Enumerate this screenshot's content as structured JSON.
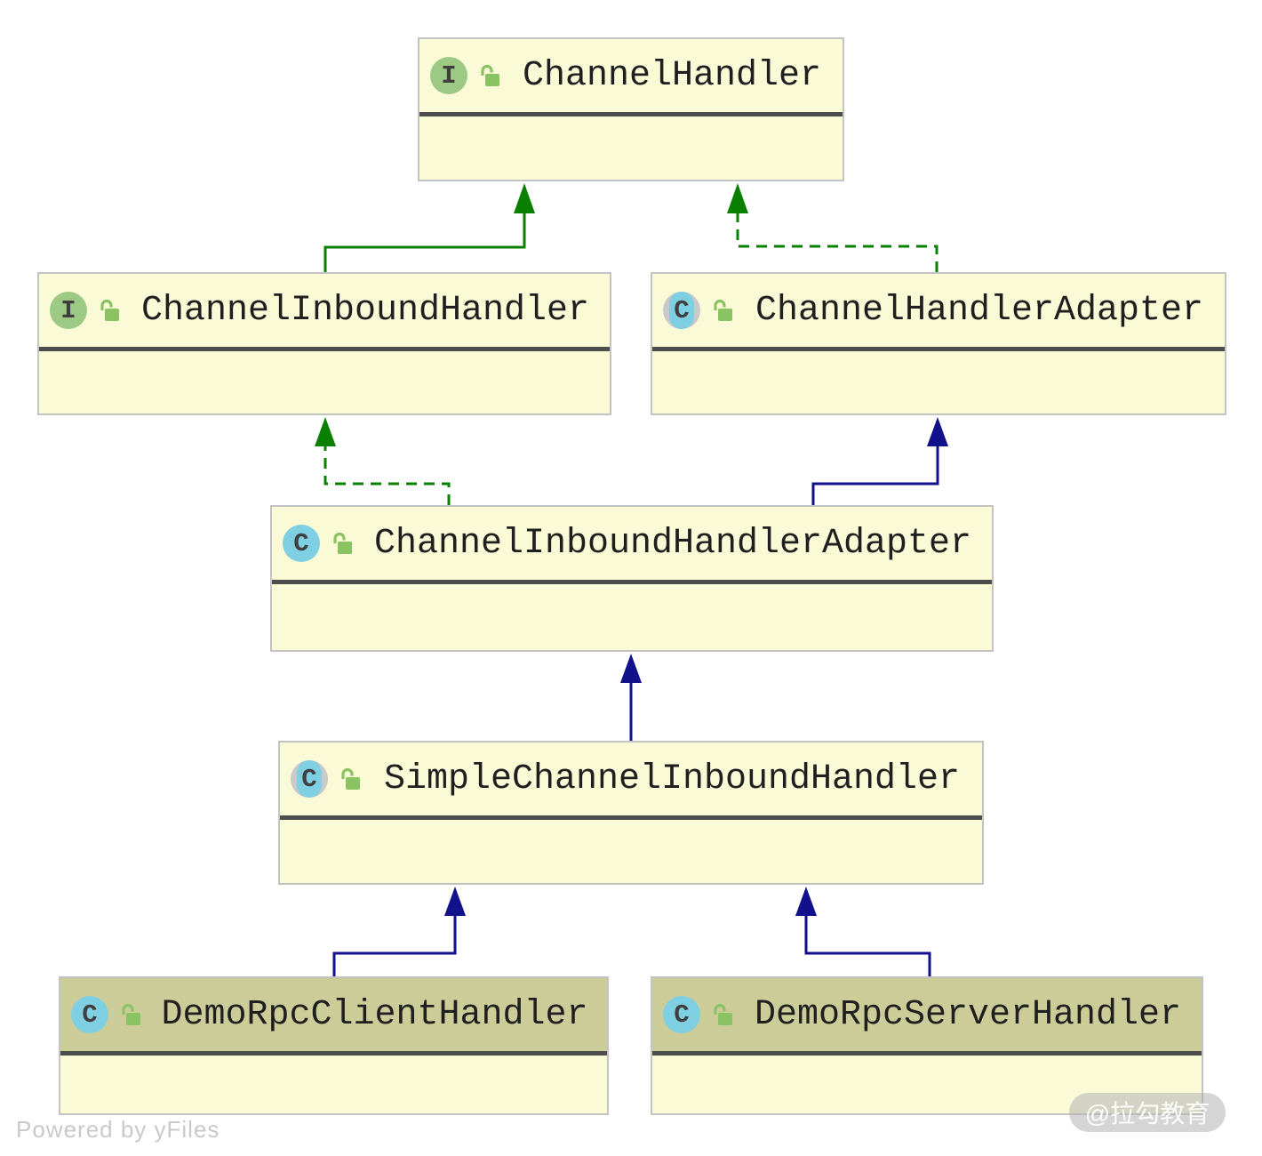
{
  "diagram": {
    "nodes": [
      {
        "label": "ChannelHandler",
        "kind": "interface",
        "icon_letter": "I",
        "visibility": "public"
      },
      {
        "label": "ChannelInboundHandler",
        "kind": "interface",
        "icon_letter": "I",
        "visibility": "public"
      },
      {
        "label": "ChannelHandlerAdapter",
        "kind": "abstract-class",
        "icon_letter": "C",
        "visibility": "public"
      },
      {
        "label": "ChannelInboundHandlerAdapter",
        "kind": "class",
        "icon_letter": "C",
        "visibility": "public"
      },
      {
        "label": "SimpleChannelInboundHandler",
        "kind": "abstract-class",
        "icon_letter": "C",
        "visibility": "public"
      },
      {
        "label": "DemoRpcClientHandler",
        "kind": "class",
        "icon_letter": "C",
        "visibility": "public",
        "highlighted": true
      },
      {
        "label": "DemoRpcServerHandler",
        "kind": "class",
        "icon_letter": "C",
        "visibility": "public",
        "highlighted": true
      }
    ],
    "edges": [
      {
        "from": "ChannelInboundHandler",
        "to": "ChannelHandler",
        "relation": "extends",
        "line": "solid"
      },
      {
        "from": "ChannelHandlerAdapter",
        "to": "ChannelHandler",
        "relation": "implements",
        "line": "dashed"
      },
      {
        "from": "ChannelInboundHandlerAdapter",
        "to": "ChannelInboundHandler",
        "relation": "implements",
        "line": "dashed"
      },
      {
        "from": "ChannelInboundHandlerAdapter",
        "to": "ChannelHandlerAdapter",
        "relation": "extends",
        "line": "solid"
      },
      {
        "from": "SimpleChannelInboundHandler",
        "to": "ChannelInboundHandlerAdapter",
        "relation": "extends",
        "line": "solid"
      },
      {
        "from": "DemoRpcClientHandler",
        "to": "SimpleChannelInboundHandler",
        "relation": "extends",
        "line": "solid"
      },
      {
        "from": "DemoRpcServerHandler",
        "to": "SimpleChannelInboundHandler",
        "relation": "extends",
        "line": "solid"
      }
    ],
    "colors": {
      "edge_interface": "#0A8000",
      "edge_class": "#11118C",
      "node_fill": "#FAFAD7",
      "node_header_highlight": "#CCCC99",
      "node_border": "#C3C3C3",
      "separator": "#4D4D4D",
      "interface_icon": "#9CC983",
      "class_icon": "#7FCFE2",
      "abstract_icon_ring": "#C9C9C9",
      "lock_icon": "#8BC363"
    },
    "watermarks": {
      "yfiles": "Powered by yFiles",
      "badge": "@拉勾教育"
    }
  }
}
